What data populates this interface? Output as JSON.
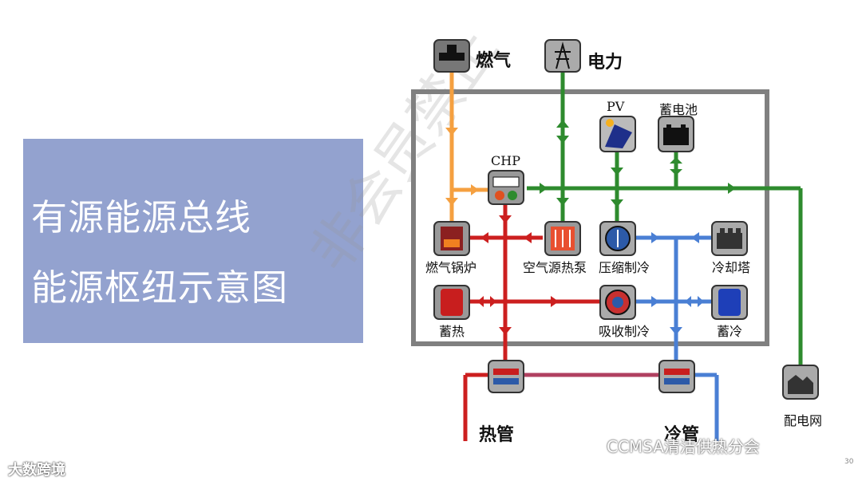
{
  "slide": {
    "title_lines": [
      "有源能源总线",
      "能源枢纽示意图"
    ],
    "page_number": "30"
  },
  "nodes": {
    "gas": "燃气",
    "power": "电力",
    "pv": "PV",
    "battery": "蓄电池",
    "chp": "CHP",
    "gas_boiler": "燃气锅炉",
    "air_heat_pump": "空气源热泵",
    "compression_chiller": "压缩制冷",
    "cooling_tower": "冷却塔",
    "heat_storage": "蓄热",
    "absorption_chiller": "吸收制冷",
    "cold_storage": "蓄冷",
    "heat_pipe": "热管",
    "cold_pipe": "冷管",
    "grid": "配电网"
  },
  "watermark": "非会员禁止",
  "footer": {
    "left_logo": "大数跨境",
    "right_brand": "CCMSA清洁供热分会"
  },
  "colors": {
    "gas_line": "#f5a040",
    "power_line": "#2e8b2e",
    "heat_line": "#cc1f1f",
    "cold_line": "#4a7fd4",
    "frame": "#808080",
    "title_bg": "#93a2cf"
  }
}
